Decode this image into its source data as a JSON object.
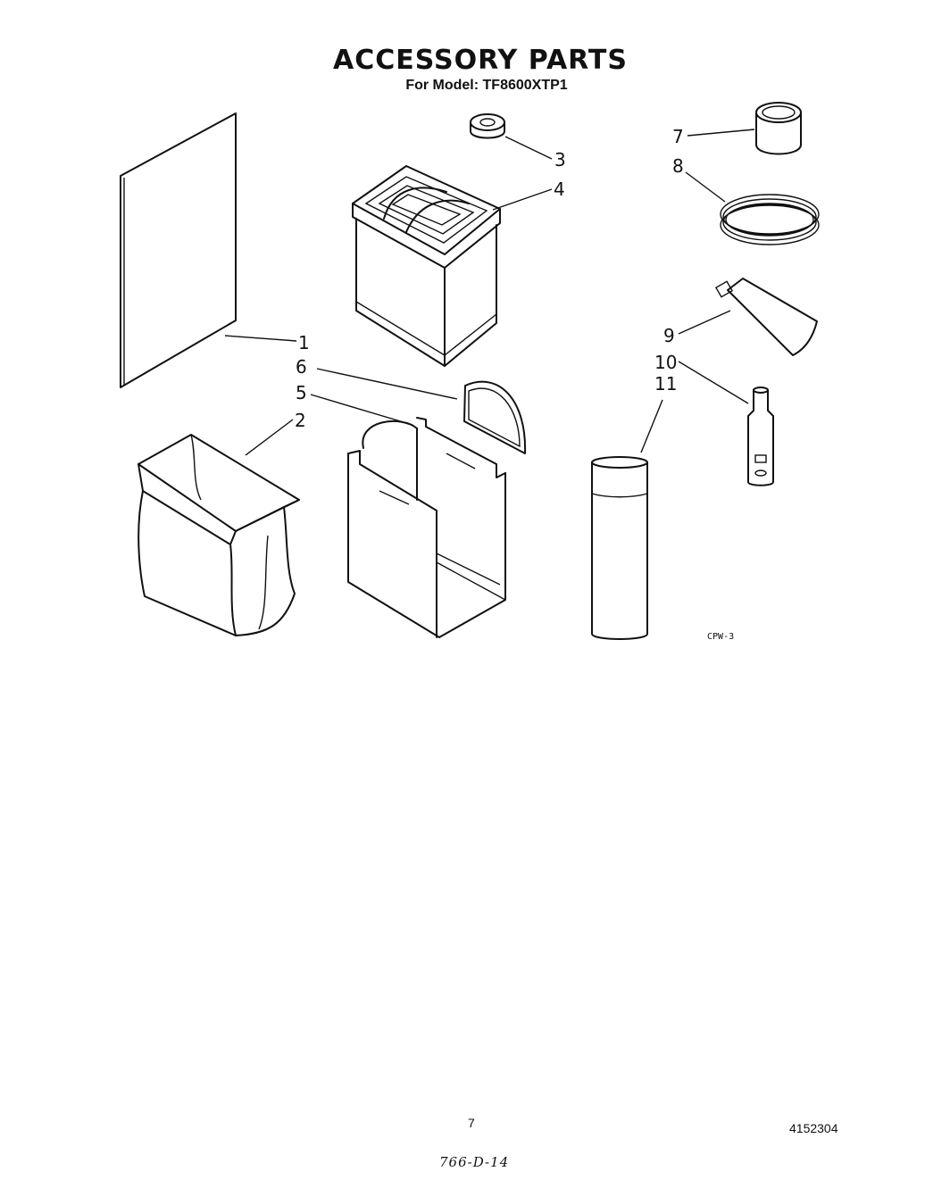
{
  "header": {
    "title": "ACCESSORY PARTS",
    "subtitle": "For Model: TF8600XTP1"
  },
  "callouts": [
    "1",
    "2",
    "3",
    "4",
    "5",
    "6",
    "7",
    "8",
    "9",
    "10",
    "11"
  ],
  "figure_ref": "CPW-3",
  "footer": {
    "page_number": "7",
    "document_number": "4152304",
    "handwritten_note": "766-D-14"
  }
}
